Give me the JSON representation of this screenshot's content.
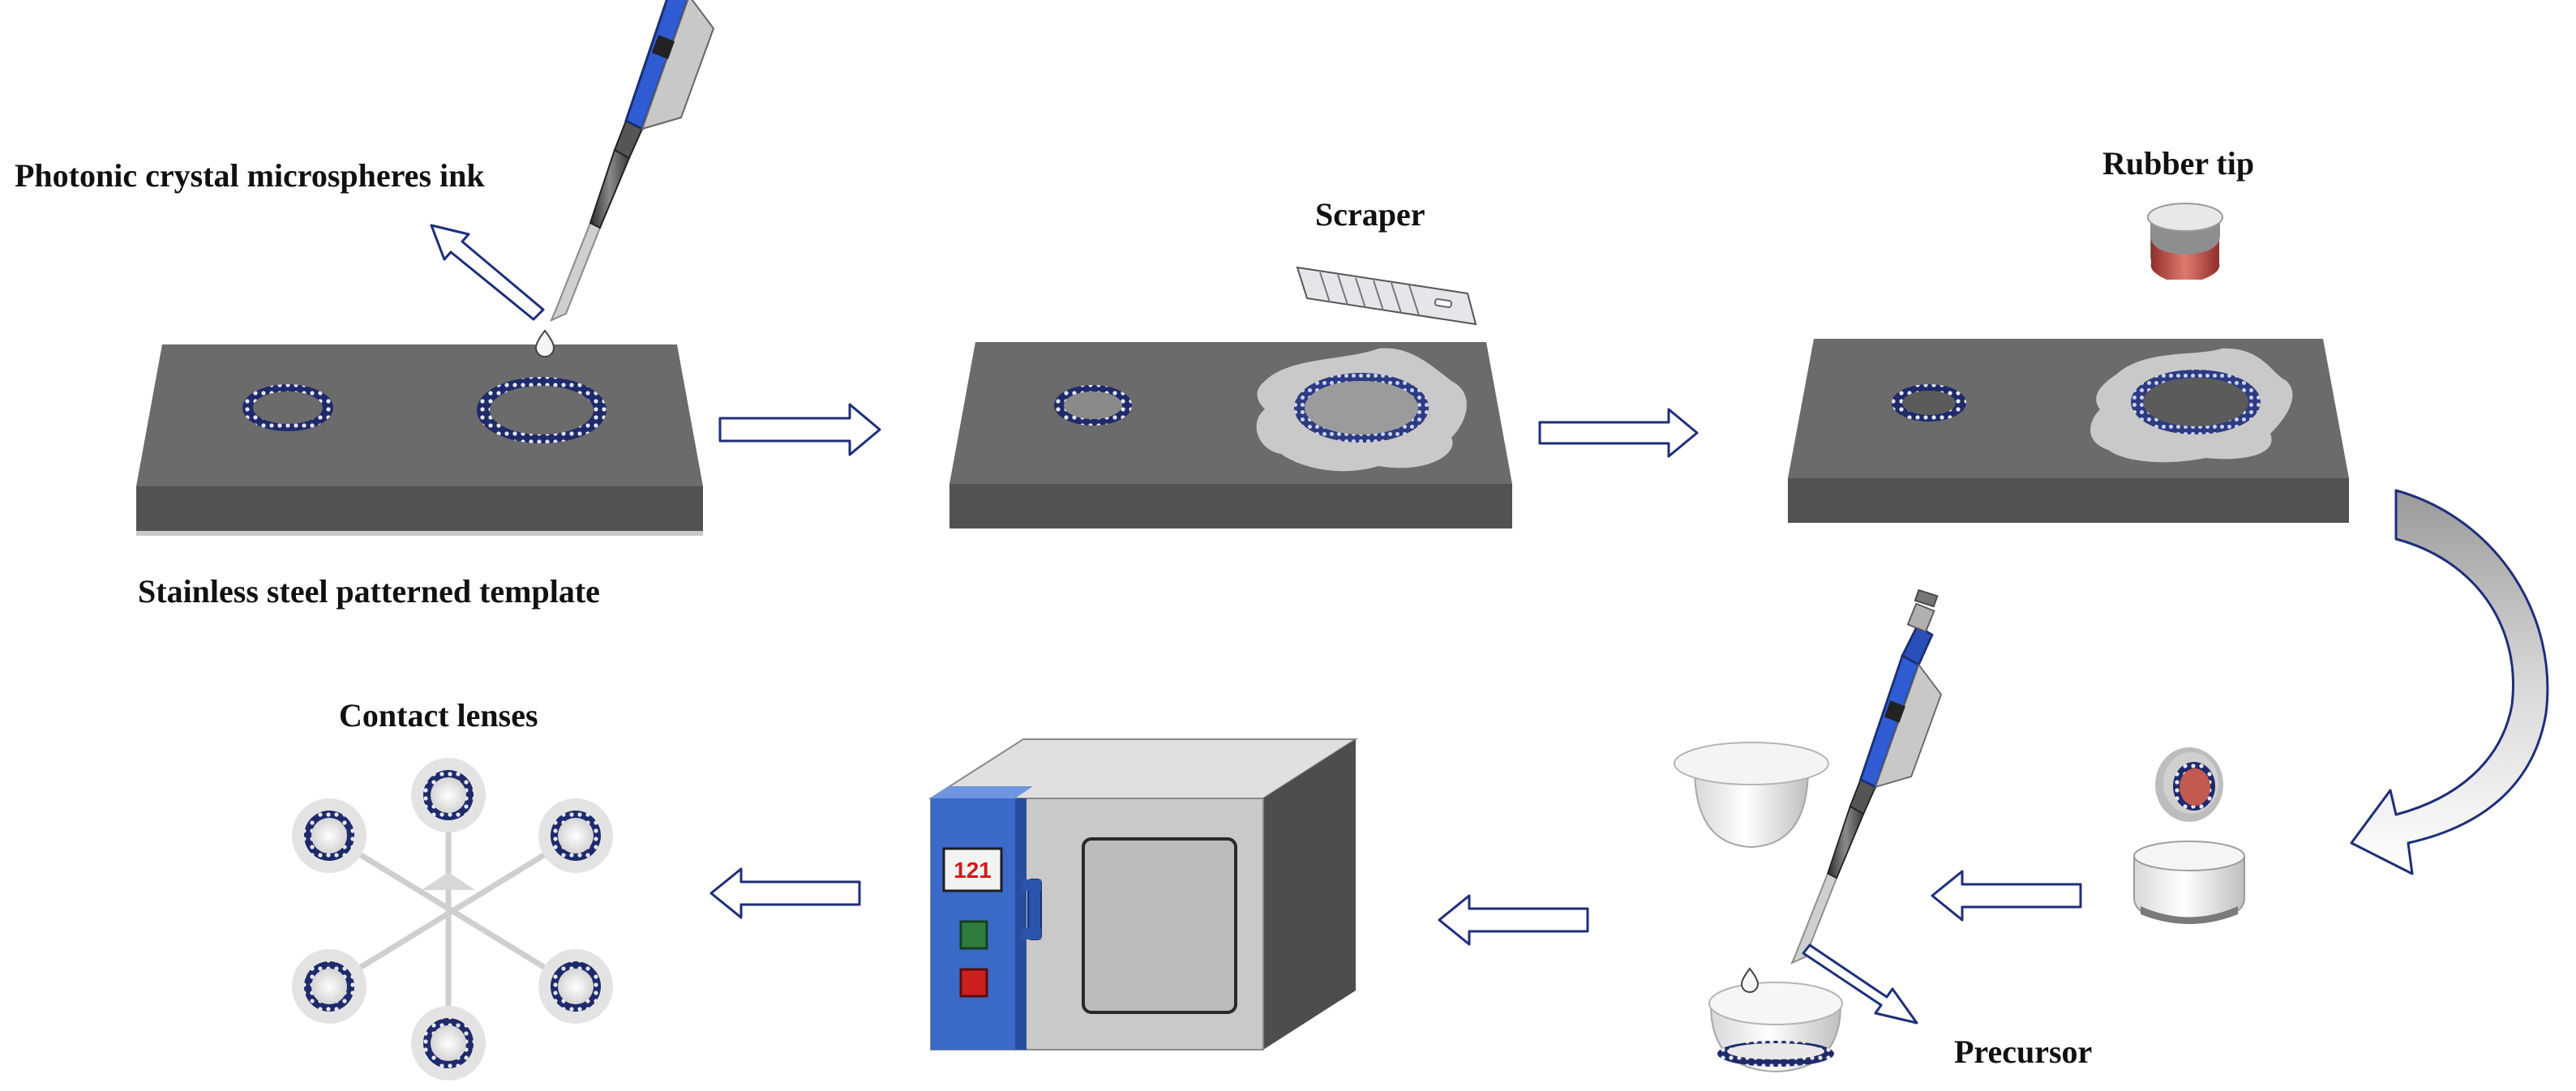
{
  "labels": {
    "ink": "Photonic crystal microspheres ink",
    "template": "Stainless steel patterned template",
    "scraper": "Scraper",
    "rubber_tip": "Rubber tip",
    "contact_lenses": "Contact lenses",
    "precursor": "Precursor",
    "oven_display": "121"
  },
  "colors": {
    "steel_top": "#6b6b6b",
    "steel_front": "#525252",
    "pipette_blue": "#2f5bd3",
    "ring_navy": "#1f2a6b",
    "rubber_red": "#c24a43",
    "oven_body": "#c9c9c9",
    "oven_panel": "#3a69c8",
    "button_green": "#2f7d3c",
    "button_red": "#cc1f1f",
    "display_red": "#d11a1a",
    "arrow_outline": "#1e2f7a"
  },
  "icons": {
    "pipette": "pipette-icon",
    "scraper": "scraper-icon",
    "rubber_tip": "rubber-tip-icon",
    "oven": "oven-icon",
    "mold": "lens-mold-icon",
    "lens": "contact-lens-icon"
  }
}
